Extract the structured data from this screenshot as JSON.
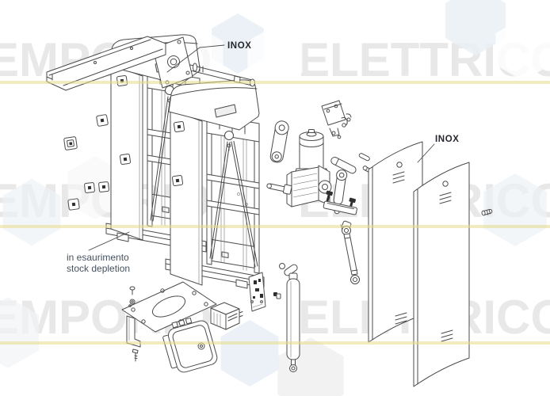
{
  "watermark": {
    "word1": "EMPORIO",
    "word2": "ELETTRICO",
    "letter_color": "#e8e8e8",
    "underline_color": "rgba(230,219,139,0.55)",
    "rows": 3
  },
  "labels": {
    "inox_top": "INOX",
    "inox_right": "INOX",
    "note_line1": "in esaurimento",
    "note_line2": "stock depletion"
  },
  "colors": {
    "background": "#ffffff",
    "line_art": "#4b4b4b",
    "label_text": "#26262e",
    "note_text": "#46525f",
    "bolt_fill": "#2e2e2e",
    "hexagon_blue": "#e8eef5"
  },
  "parts": [
    "arm-bracket-beam",
    "arm-flange-plate",
    "arm-shaft",
    "cabinet-frame-rear",
    "cabinet-frame-front",
    "mounting-pads",
    "motor-mount-plate",
    "motor-gear-unit",
    "crank-arm",
    "linkage-rod",
    "rocker-bar-bolts",
    "inox-door-panel-left",
    "inox-door-panel-right",
    "base-plate",
    "l-bracket",
    "control-unit-cover",
    "transformer",
    "control-board",
    "gas-spring-cylinder",
    "tie-rod",
    "screws"
  ]
}
